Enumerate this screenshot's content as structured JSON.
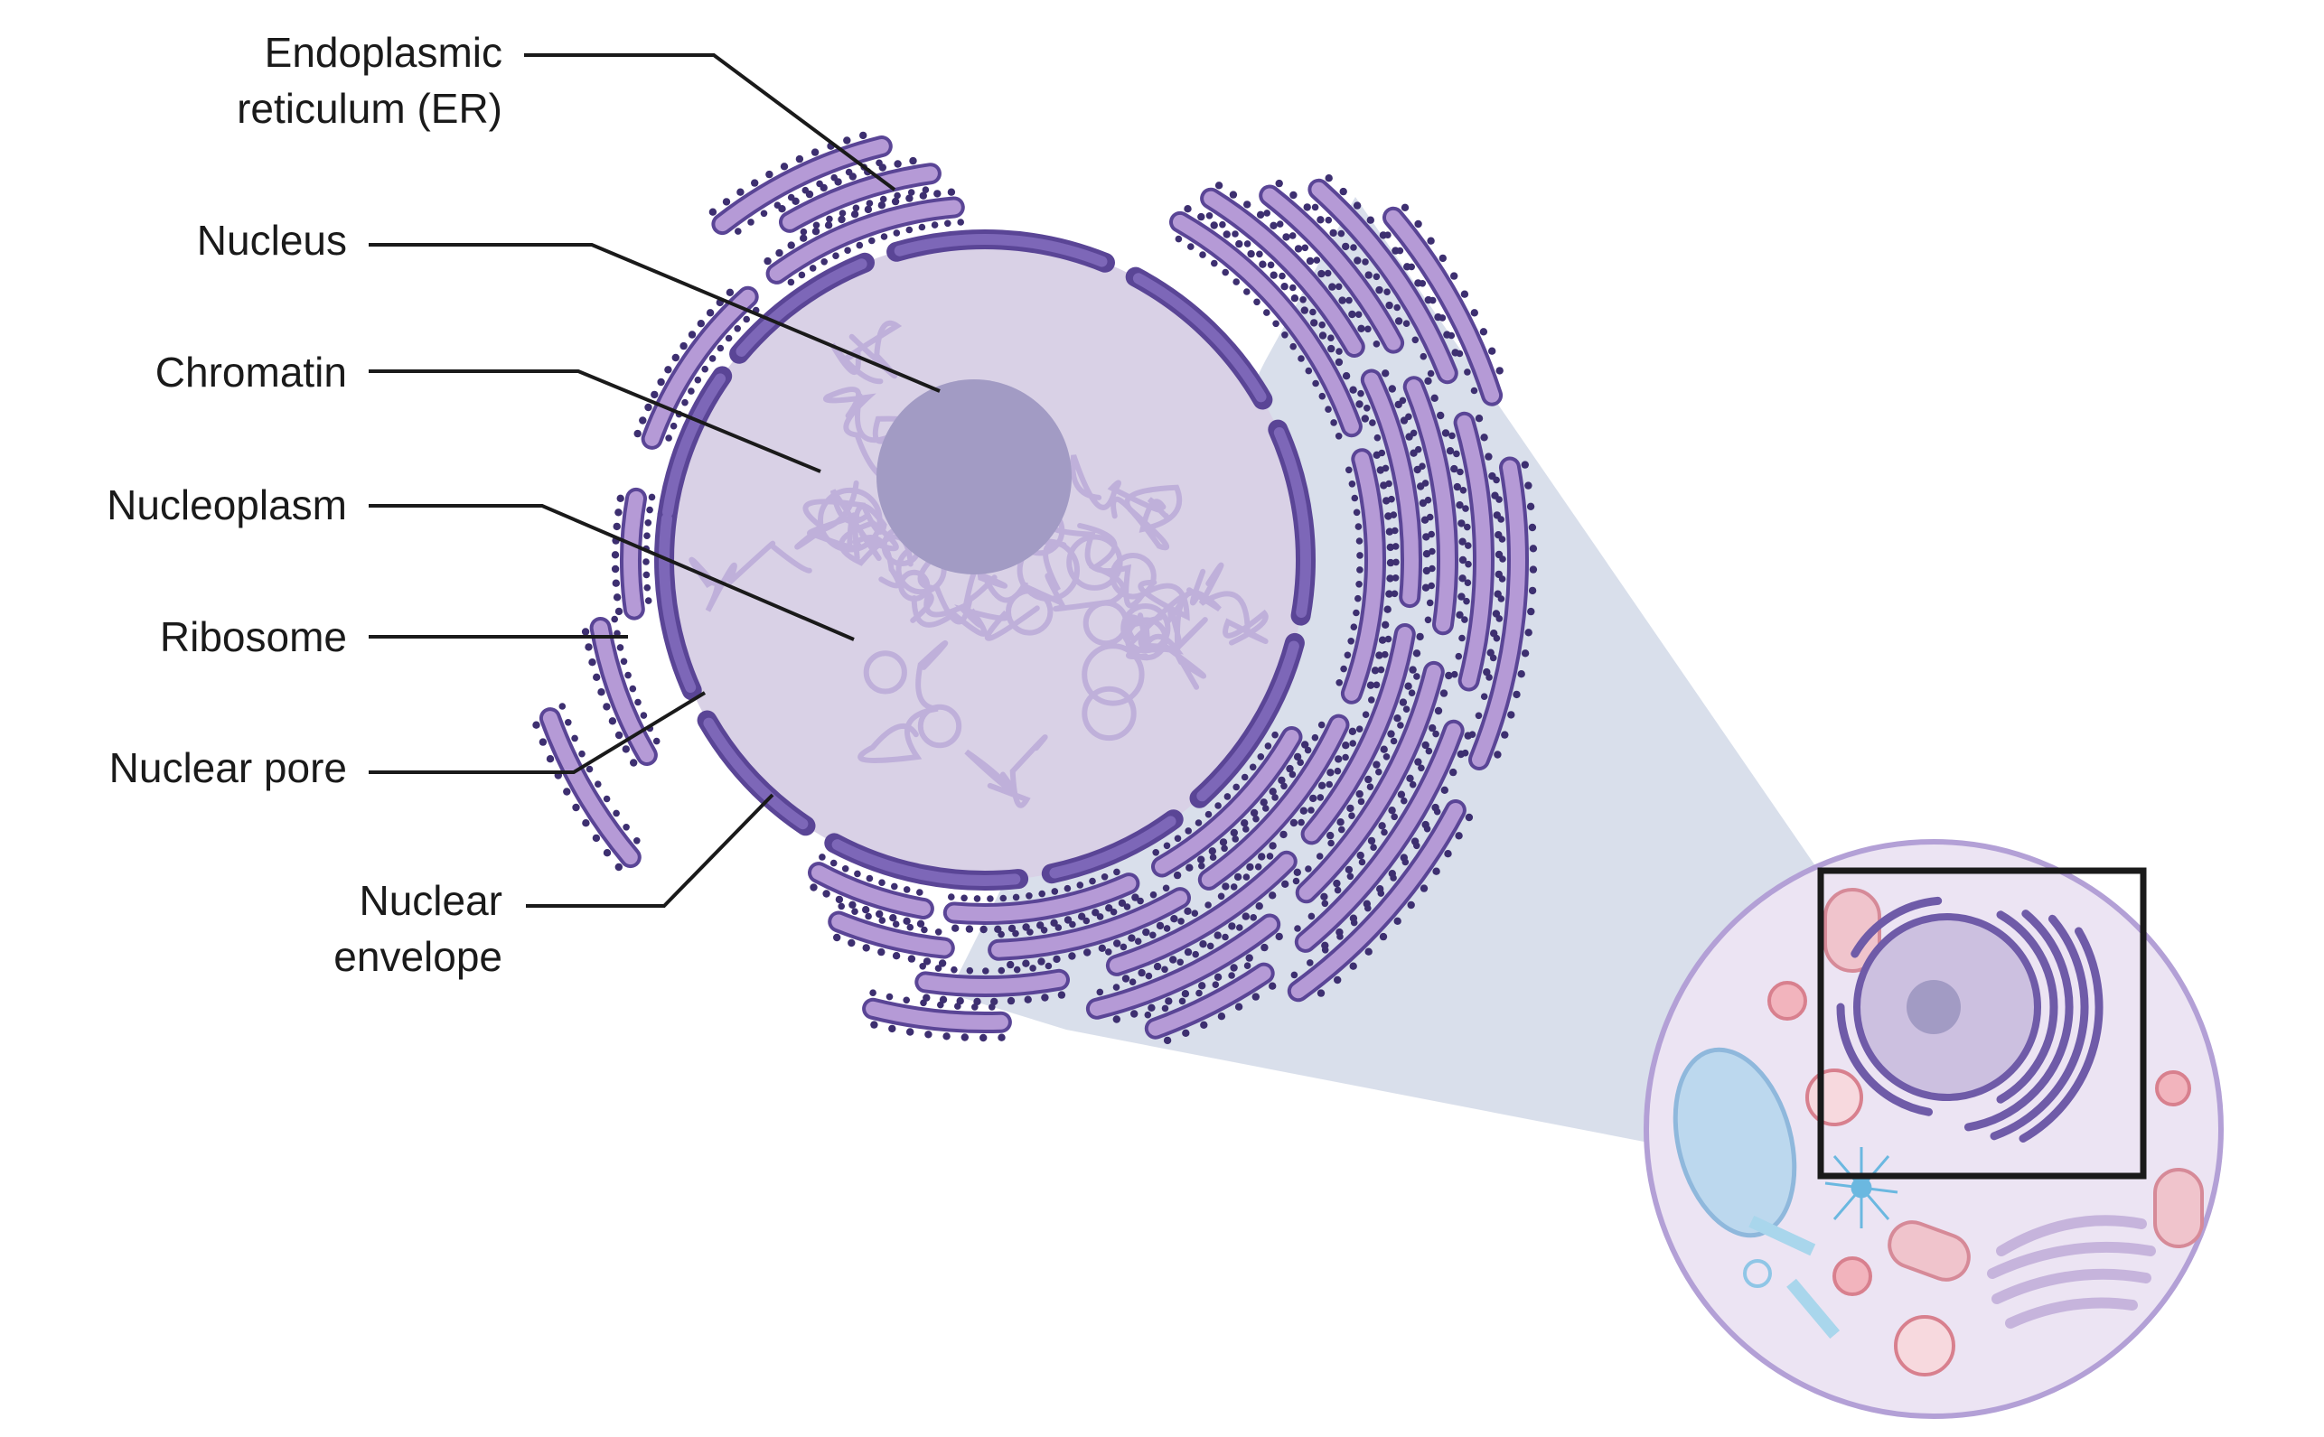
{
  "labels": {
    "er_line1": "Endoplasmic",
    "er_line2": "reticulum (ER)",
    "nucleus": "Nucleus",
    "chromatin": "Chromatin",
    "nucleoplasm": "Nucleoplasm",
    "ribosome": "Ribosome",
    "nuclear_pore": "Nuclear pore",
    "envelope_line1": "Nuclear",
    "envelope_line2": "envelope"
  },
  "colors": {
    "envelope": "#6f5ba8",
    "nucleoplasm": "#d9d1e6",
    "nucleolus": "#a29bc4",
    "chromatin": "#bfb0da",
    "er_fill": "#b59ad6",
    "er_stroke": "#5a4596",
    "ribosome": "#3d2f70",
    "zoom_cone": "#c9d2e2",
    "cell_fill": "#ece4f3",
    "cell_stroke": "#b3a0d6"
  }
}
